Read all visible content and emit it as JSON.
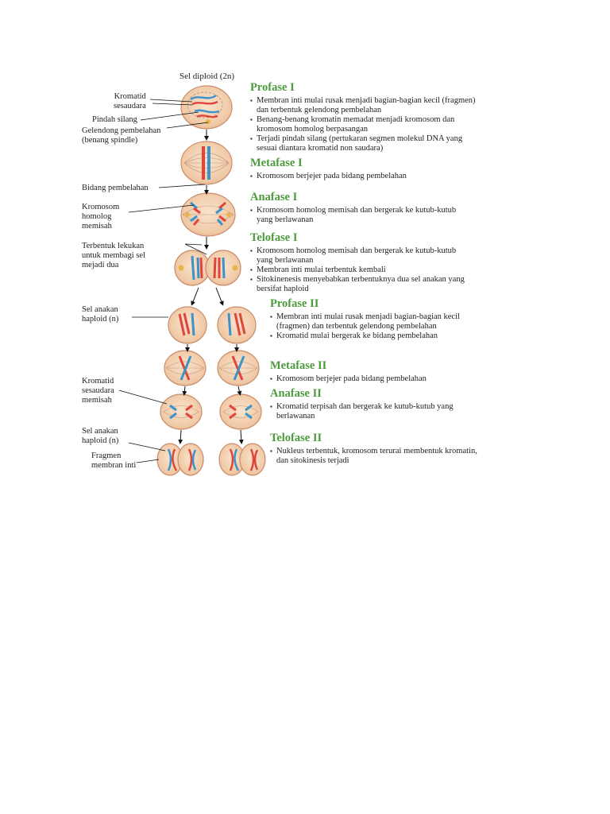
{
  "top_label": "Sel  diploid (2n)",
  "labels": {
    "kromatid_sesaudara": "Kromatid\nsesaudara",
    "pindah_silang": "Pindah silang",
    "gelendong": "Gelendong pembelahan\n(benang spindle)",
    "bidang_pembelahan": "Bidang pembelahan",
    "kromosom_homolog": "Kromosom\nhomolog\nmemisah",
    "terbentuk_lekukan": "Terbentuk lekukan\nuntuk membagi sel\nmejadi dua",
    "sel_anakan_1": "Sel anakan\nhaploid (n)",
    "kromatid_memisah": "Kromatid\nsesaudara\nmemisah",
    "sel_anakan_2": "Sel anakan\nhaploid (n)",
    "fragmen": "Fragmen\nmembran inti"
  },
  "phases": [
    {
      "title": "Profase I",
      "items": [
        "Membran inti mulai rusak menjadi bagian-bagian kecil (fragmen) dan terbentuk gelendong pembelahan",
        "Benang-benang kromatin memadat menjadi kromosom dan kromosom homolog berpasangan",
        "Terjadi pindah silang (pertukaran segmen molekul DNA yang sesuai diantara kromatid non saudara)"
      ]
    },
    {
      "title": "Metafase I",
      "items": [
        "Kromosom berjejer pada bidang pembelahan"
      ]
    },
    {
      "title": "Anafase I",
      "items": [
        "Kromosom homolog memisah dan bergerak ke kutub-kutub yang berlawanan"
      ]
    },
    {
      "title": "Telofase I",
      "items": [
        "Kromosom homolog memisah dan bergerak ke kutub-kutub yang berlawanan",
        "Membran inti mulai terbentuk kembali",
        "Sitokinenesis menyebabkan terbentuknya dua sel anakan yang bersifat haploid"
      ]
    },
    {
      "title": "Profase II",
      "items": [
        "Membran inti mulai rusak menjadi bagian-bagian kecil (fragmen) dan terbentuk gelendong pembelahan",
        "Kromatid mulai bergerak ke bidang pembelahan"
      ]
    },
    {
      "title": "Metafase II",
      "items": [
        "Kromosom berjejer pada bidang pembelahan"
      ]
    },
    {
      "title": "Anafase II",
      "items": [
        "Kromatid terpisah dan bergerak ke kutub-kutub yang berlawanan"
      ]
    },
    {
      "title": "Telofase II",
      "items": [
        "Nukleus terbentuk, kromosom terurai membentuk kromatin, dan sitokinesis terjadi"
      ]
    }
  ]
}
